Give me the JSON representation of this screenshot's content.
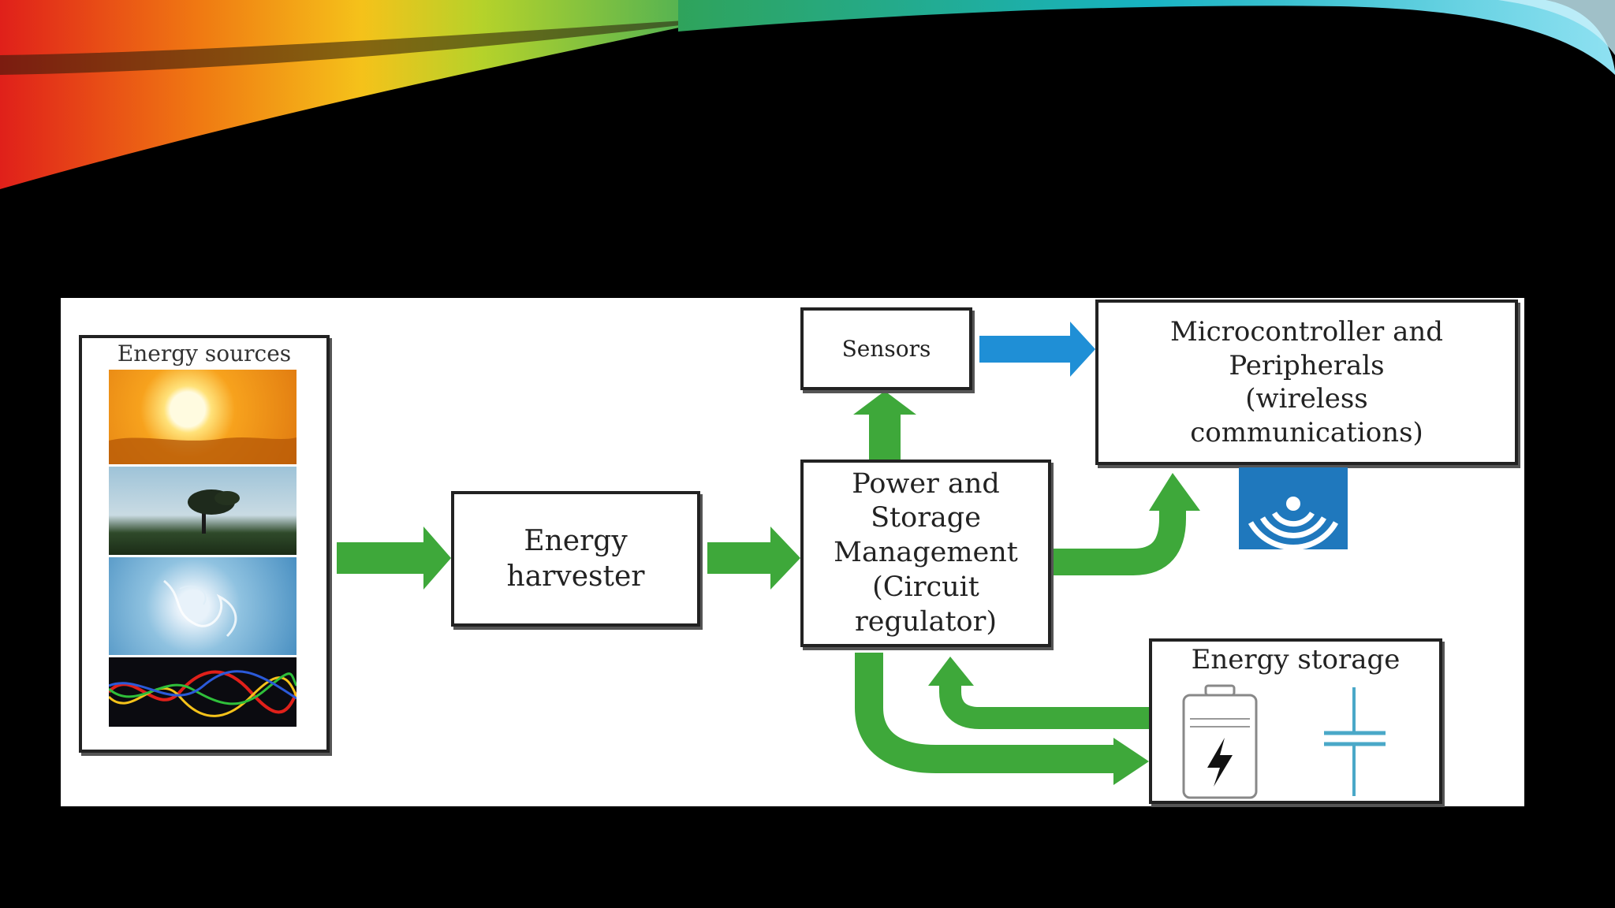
{
  "colors": {
    "arrow_green": "#3ea83a",
    "arrow_blue": "#1f8fd6",
    "wireless_bg": "#1f78bd"
  },
  "figure": {
    "energy_sources": {
      "title": "Energy sources",
      "images": [
        "sun-image",
        "wind-tree-image",
        "water-image",
        "light-waves-image"
      ]
    },
    "harvester": {
      "label": "Energy\nharvester"
    },
    "sensors": {
      "label": "Sensors"
    },
    "power_management": {
      "label": "Power and\nStorage\nManagement\n(Circuit\nregulator)"
    },
    "microcontroller": {
      "label": "Microcontroller and\nPeripherals\n(wireless\ncommunications)"
    },
    "energy_storage": {
      "title": "Energy storage",
      "icons": [
        "battery-icon",
        "capacitor-icon"
      ]
    },
    "wireless_icon": "wifi-icon"
  }
}
